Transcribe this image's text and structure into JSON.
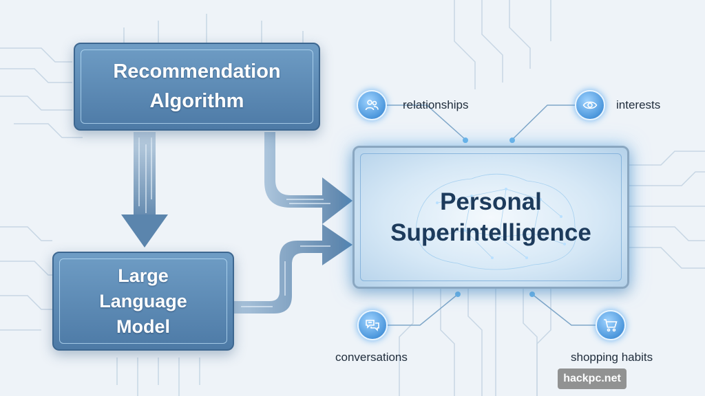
{
  "diagram": {
    "recommendation_box": {
      "title": "Recommendation Algorithm"
    },
    "llm_box": {
      "title": "Large Language Model"
    },
    "superintelligence_box": {
      "title": "Personal Superintelligence"
    },
    "nodes": [
      {
        "id": "relationships",
        "label": "relationships",
        "icon": "people-icon"
      },
      {
        "id": "interests",
        "label": "interests",
        "icon": "eye-icon"
      },
      {
        "id": "conversations",
        "label": "conversations",
        "icon": "chat-icon"
      },
      {
        "id": "shopping",
        "label": "shopping habits",
        "icon": "cart-icon"
      }
    ]
  },
  "watermark": {
    "text": "hackpc.net"
  },
  "colors": {
    "background": "#eef3f8",
    "box_blue": "#5a87b2",
    "node_blue": "#4c97dc",
    "arrow": "#5f86ab",
    "circuit": "#c3d3e2"
  }
}
